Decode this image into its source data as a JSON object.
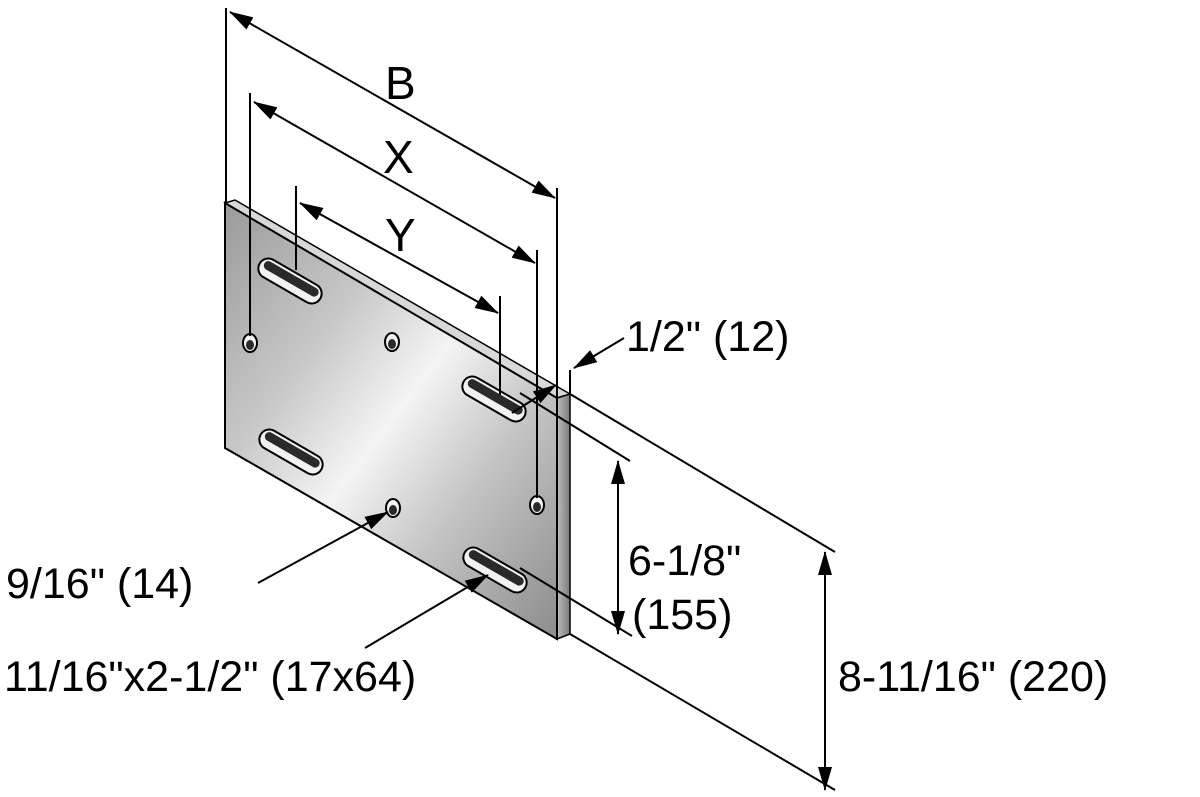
{
  "labels": {
    "b": "B",
    "x": "X",
    "y": "Y",
    "thickness": "1/2\" (12)",
    "slot_spacing_line1": "6-1/8\"",
    "slot_spacing_line2": "(155)",
    "height": "8-11/16\" (220)",
    "hole": "9/16\" (14)",
    "slot": "11/16\"x2-1/2\" (17x64)"
  }
}
